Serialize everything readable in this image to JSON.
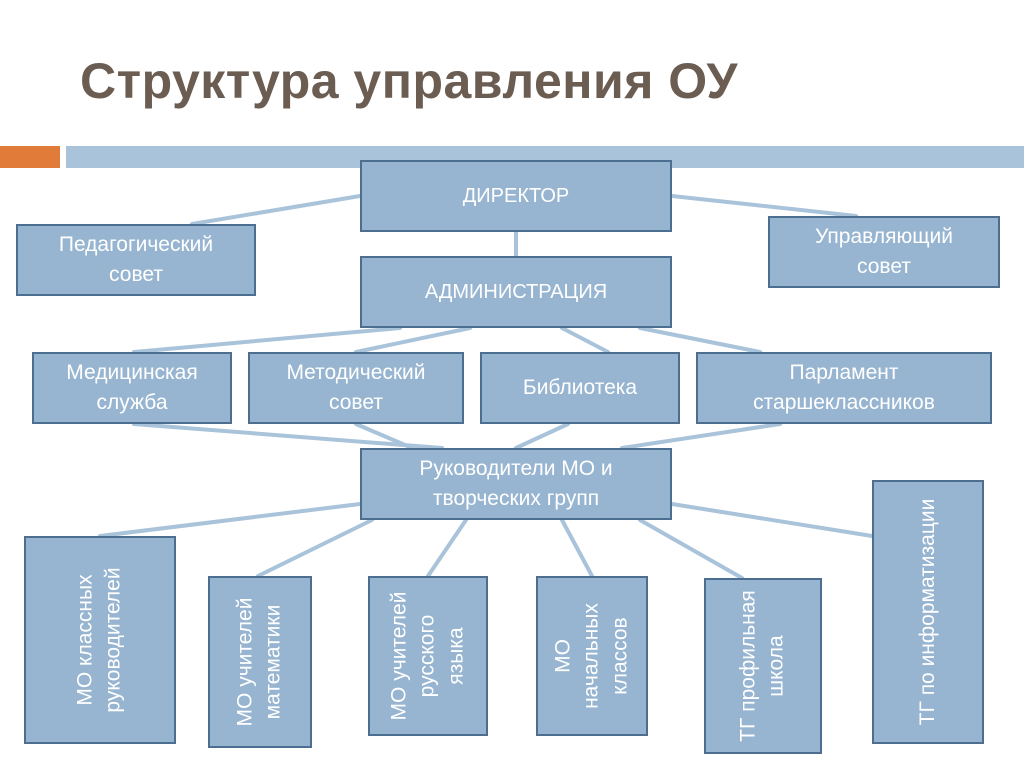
{
  "title": "Структура управления ОУ",
  "colors": {
    "title": "#6b5d52",
    "accent_orange": "#e07b39",
    "accent_blue": "#a9c3da",
    "box_fill": "#97b5d0",
    "box_border": "#4c6f91",
    "connector": "#a9c3da",
    "box_text": "#ffffff"
  },
  "nodes": {
    "director": "ДИРЕКТОР",
    "ped_council": "Педагогический\nсовет",
    "managing_council": "Управляющий\nсовет",
    "administration": "АДМИНИСТРАЦИЯ",
    "medical": "Медицинская\nслужба",
    "methodical": "Методический\nсовет",
    "library": "Библиотека",
    "parliament": "Парламент\nстаршеклассников",
    "mo_leaders": "Руководители МО и\nтворческих групп",
    "mo_class": "МО классных\nруководителей",
    "mo_math": "МО учителей\nматематики",
    "mo_russian": "МО учителей\nрусского\nязыка",
    "mo_primary": "МО\nначальных\nклассов",
    "tg_profile": "ТГ профильная\nшкола",
    "tg_info": "ТГ по информатизации"
  }
}
